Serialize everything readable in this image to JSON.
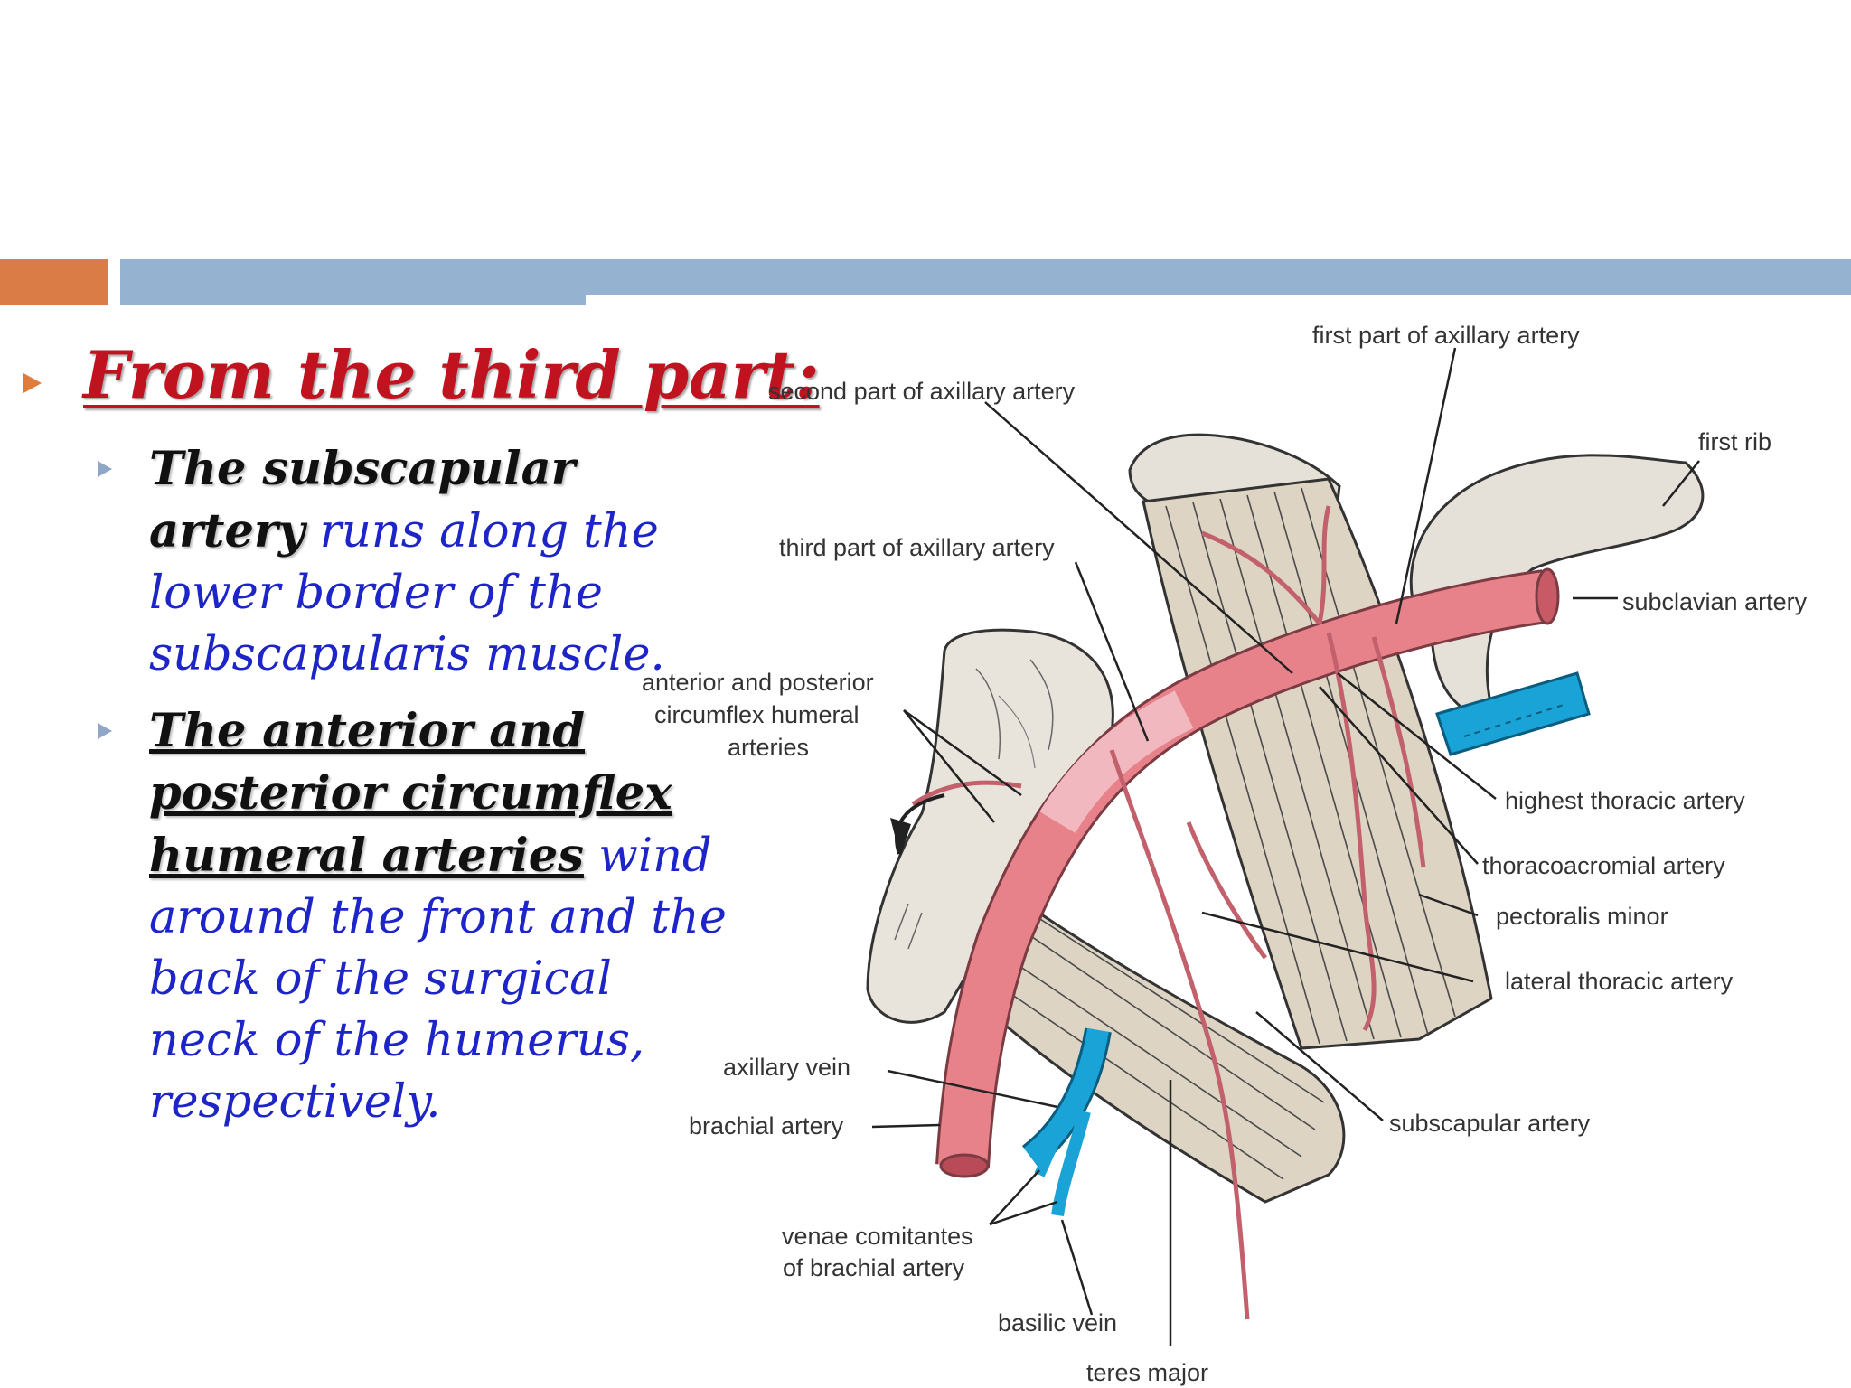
{
  "slide": {
    "heading": "From the third part:",
    "bullets": [
      {
        "bold": "The subscapular artery",
        "rest": " runs along the lower border of the subscapularis muscle."
      },
      {
        "bold": "The anterior and posterior circumflex humeral arteries",
        "rest": " wind around the front and the back of the surgical neck of the humerus, respectively."
      }
    ]
  },
  "diagram": {
    "labels": {
      "first_part": "first part of axillary artery",
      "second_part": "second part of axillary artery",
      "first_rib": "first rib",
      "third_part": "third part of axillary artery",
      "subclavian": "subclavian artery",
      "circumflex_1": "anterior and posterior",
      "circumflex_2": "circumflex humeral",
      "circumflex_3": "arteries",
      "highest_thoracic": "highest thoracic artery",
      "thoracoacromial": "thoracoacromial artery",
      "pectoralis_minor": "pectoralis minor",
      "lateral_thoracic": "lateral thoracic artery",
      "axillary_vein": "axillary vein",
      "brachial_artery": "brachial artery",
      "subscapular": "subscapular artery",
      "venae_1": "venae comitantes",
      "venae_2": "of brachial artery",
      "basilic_vein": "basilic vein",
      "teres_major": "teres major"
    }
  },
  "colors": {
    "accent_orange": "#d97c45",
    "accent_blue": "#95b3d0",
    "heading_red": "#c1121f",
    "body_blue": "#1d24c8",
    "artery_pink": "#e8828a",
    "vein_blue": "#1aa3d6",
    "muscle_tan": "#ddd4c4"
  }
}
